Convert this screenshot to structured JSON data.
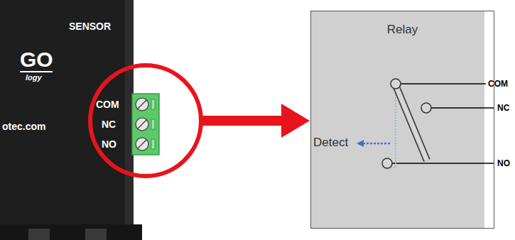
{
  "diagram": {
    "nodes": [
      {
        "text": [
          "Relay"
        ]
      }
    ],
    "labels": [
      "SENSOR",
      "GO",
      "logy",
      "otec.com",
      "COM",
      "NC",
      "NO",
      "Detect",
      "COM",
      "NC",
      "NO"
    ]
  }
}
